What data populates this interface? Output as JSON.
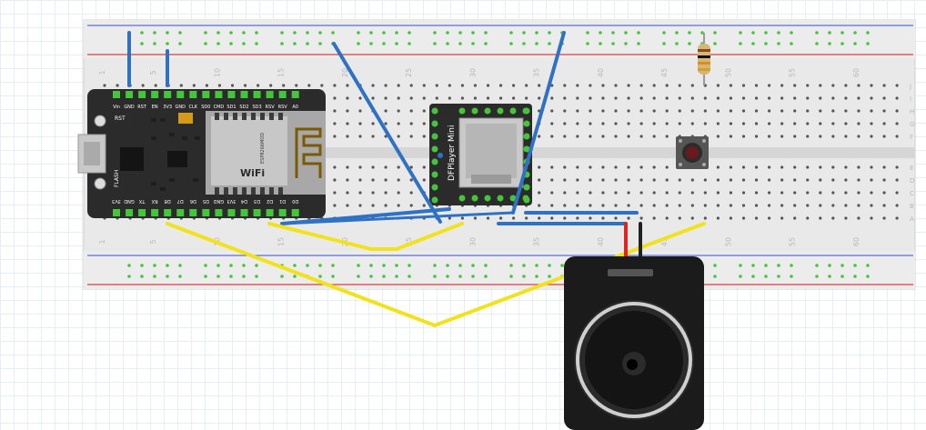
{
  "breadboard": {
    "column_numbers": [
      "1",
      "5",
      "10",
      "15",
      "20",
      "25",
      "30",
      "35",
      "40",
      "45",
      "50",
      "55",
      "60"
    ],
    "row_letters_top": [
      "J",
      "I",
      "H",
      "G",
      "F"
    ],
    "row_letters_bottom": [
      "E",
      "D",
      "C",
      "B",
      "A"
    ]
  },
  "nodemcu": {
    "top_pins": [
      "Vin",
      "GND",
      "RST",
      "EN",
      "3V3",
      "GND",
      "CLK",
      "SD0",
      "CMD",
      "SD1",
      "SD2",
      "SD3",
      "RSV",
      "RSV",
      "A0"
    ],
    "bottom_pins": [
      "3V3",
      "GND",
      "TX",
      "RX",
      "D8",
      "D7",
      "D6",
      "D5",
      "GND",
      "3V3",
      "D4",
      "D3",
      "D2",
      "D1",
      "D0"
    ],
    "button_rst": "RST",
    "button_flash": "FLASH",
    "chip_text": "ESP8266MOD",
    "wifi_text": "WiFi"
  },
  "dfplayer": {
    "label": "DFPlayer Mini"
  },
  "colors": {
    "wire_blue": "#2f72c4",
    "wire_yellow": "#f1e21c",
    "wire_red": "#e0241b",
    "rail_red": "#d84040",
    "rail_blue": "#5a6fd8",
    "hole_green": "#44c53b"
  }
}
